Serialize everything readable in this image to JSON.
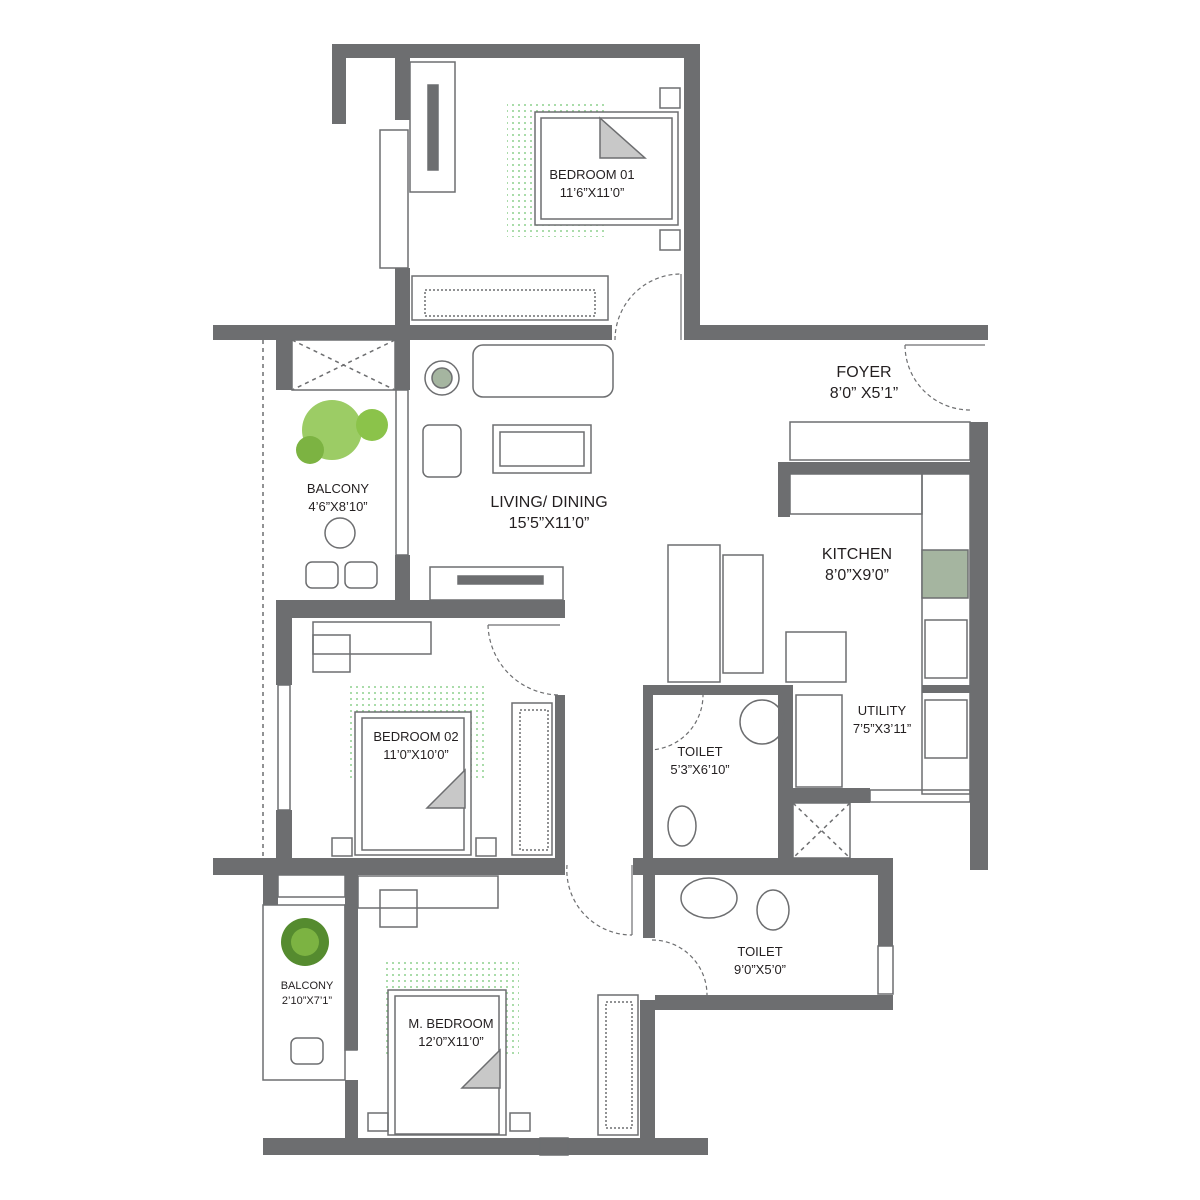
{
  "colors": {
    "wall": "#6d6e70",
    "furniture_line": "#6d6e70",
    "rug_dots": "#8fd18f",
    "plant": "#7cb342",
    "counter_green": "#a5b5a0"
  },
  "rooms": [
    {
      "name": "BEDROOM 01",
      "size": "11’6”X11’0”"
    },
    {
      "name": "FOYER",
      "size": "8’0” X5’1”"
    },
    {
      "name": "BALCONY",
      "size": "4’6”X8’10”"
    },
    {
      "name": "LIVING/ DINING",
      "size": "15’5”X11’0”"
    },
    {
      "name": "KITCHEN",
      "size": "8’0”X9’0”"
    },
    {
      "name": "UTILITY",
      "size": "7’5”X3’11”"
    },
    {
      "name": "BEDROOM 02",
      "size": "11’0”X10’0”"
    },
    {
      "name": "TOILET",
      "size": "5’3”X6’10”"
    },
    {
      "name": "TOILET",
      "size": "9’0”X5’0”"
    },
    {
      "name": "BALCONY",
      "size": "2’10”X7’1”"
    },
    {
      "name": "M. BEDROOM",
      "size": "12’0”X11’0”"
    }
  ]
}
